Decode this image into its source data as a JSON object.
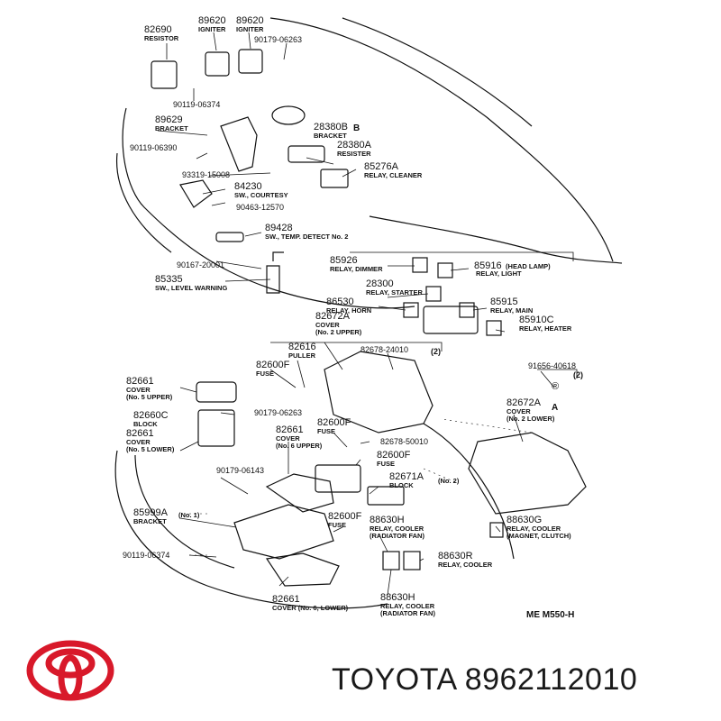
{
  "diagram": {
    "labels": [
      {
        "id": "l1",
        "pn": "82690",
        "sub": "RESISTOR"
      },
      {
        "id": "l2",
        "pn": "89620",
        "sub": "IGNITER"
      },
      {
        "id": "l3",
        "pn": "89620",
        "sub": "IGNITER"
      },
      {
        "id": "l4",
        "pn": "90179-06263",
        "sub": ""
      },
      {
        "id": "l5",
        "pn": "90119-06374",
        "sub": ""
      },
      {
        "id": "l6",
        "pn": "89629",
        "sub": "BRACKET"
      },
      {
        "id": "l7",
        "pn": "28380B",
        "sub": "BRACKET"
      },
      {
        "id": "l8",
        "pn": "28380A",
        "sub": "RESISTER"
      },
      {
        "id": "l9",
        "pn": "90119-06390",
        "sub": ""
      },
      {
        "id": "l10",
        "pn": "85276A",
        "sub": "RELAY, CLEANER"
      },
      {
        "id": "l11",
        "pn": "93319-15008",
        "sub": ""
      },
      {
        "id": "l12",
        "pn": "84230",
        "sub": "SW., COURTESY"
      },
      {
        "id": "l13",
        "pn": "90463-12570",
        "sub": ""
      },
      {
        "id": "l14",
        "pn": "89428",
        "sub": "SW., TEMP. DETECT No. 2"
      },
      {
        "id": "l15",
        "pn": "85926",
        "sub": "RELAY, DIMMER"
      },
      {
        "id": "l16",
        "pn": "85916",
        "sub": "(HEAD LAMP)"
      },
      {
        "id": "l16b",
        "pn": "",
        "sub": "RELAY, LIGHT"
      },
      {
        "id": "l17",
        "pn": "90167-20001",
        "sub": ""
      },
      {
        "id": "l18",
        "pn": "85335",
        "sub": "SW., LEVEL WARNING"
      },
      {
        "id": "l19",
        "pn": "28300",
        "sub": "RELAY, STARTER"
      },
      {
        "id": "l20",
        "pn": "86530",
        "sub": "RELAY, HORN"
      },
      {
        "id": "l21",
        "pn": "85915",
        "sub": "RELAY, MAIN"
      },
      {
        "id": "l22",
        "pn": "82672A",
        "sub": "COVER"
      },
      {
        "id": "l22b",
        "pn": "",
        "sub": "(No. 2 UPPER)"
      },
      {
        "id": "l23",
        "pn": "85910C",
        "sub": "RELAY, HEATER"
      },
      {
        "id": "l24",
        "pn": "82616",
        "sub": "PULLER"
      },
      {
        "id": "l25",
        "pn": "82678-24010",
        "sub": ""
      },
      {
        "id": "l26",
        "pn": "82600F",
        "sub": "FUSE"
      },
      {
        "id": "l27",
        "pn": "91656-40618",
        "sub": ""
      },
      {
        "id": "l28",
        "pn": "82661",
        "sub": "COVER"
      },
      {
        "id": "l28b",
        "pn": "",
        "sub": "(No. 5 UPPER)"
      },
      {
        "id": "l29",
        "pn": "82672A",
        "sub": "COVER"
      },
      {
        "id": "l29b",
        "pn": "",
        "sub": "(No. 2 LOWER)"
      },
      {
        "id": "l30",
        "pn": "82660C",
        "sub": "BLOCK"
      },
      {
        "id": "l31",
        "pn": "90179-06263",
        "sub": ""
      },
      {
        "id": "l32",
        "pn": "82661",
        "sub": "COVER"
      },
      {
        "id": "l32b",
        "pn": "",
        "sub": "(No. 5 LOWER)"
      },
      {
        "id": "l33",
        "pn": "82661",
        "sub": "COVER"
      },
      {
        "id": "l33b",
        "pn": "",
        "sub": "(No. 6 UPPER)"
      },
      {
        "id": "l34",
        "pn": "82600F",
        "sub": "FUSE"
      },
      {
        "id": "l35",
        "pn": "82678-50010",
        "sub": ""
      },
      {
        "id": "l36",
        "pn": "82600F",
        "sub": "FUSE"
      },
      {
        "id": "l37",
        "pn": "90179-06143",
        "sub": ""
      },
      {
        "id": "l38",
        "pn": "82671A",
        "sub": "BLOCK"
      },
      {
        "id": "l39",
        "pn": "85999A",
        "sub": "BRACKET"
      },
      {
        "id": "l40",
        "pn": "82600F",
        "sub": "FUSE"
      },
      {
        "id": "l41",
        "pn": "88630H",
        "sub": "RELAY, COOLER"
      },
      {
        "id": "l41b",
        "pn": "",
        "sub": "(RADIATOR FAN)"
      },
      {
        "id": "l42",
        "pn": "88630G",
        "sub": "RELAY, COOLER"
      },
      {
        "id": "l42b",
        "pn": "",
        "sub": "(MAGNET, CLUTCH)"
      },
      {
        "id": "l43",
        "pn": "90119-06374",
        "sub": ""
      },
      {
        "id": "l44",
        "pn": "88630R",
        "sub": "RELAY, COOLER"
      },
      {
        "id": "l45",
        "pn": "82661",
        "sub": "COVER (No. 6, LOWER)"
      },
      {
        "id": "l46",
        "pn": "88630H",
        "sub": "RELAY, COOLER"
      },
      {
        "id": "l46b",
        "pn": "",
        "sub": "(RADIATOR FAN)"
      },
      {
        "id": "l47",
        "pn": "ME  M550-H",
        "sub": ""
      }
    ],
    "markers": [
      "(2)",
      "(2)",
      "(No. 1)",
      "(No. 2)",
      "A",
      "B"
    ]
  },
  "brand": {
    "text": "TOYOTA 8962112010",
    "logo_color": "#d8192a",
    "text_color": "#1a1a1a"
  }
}
